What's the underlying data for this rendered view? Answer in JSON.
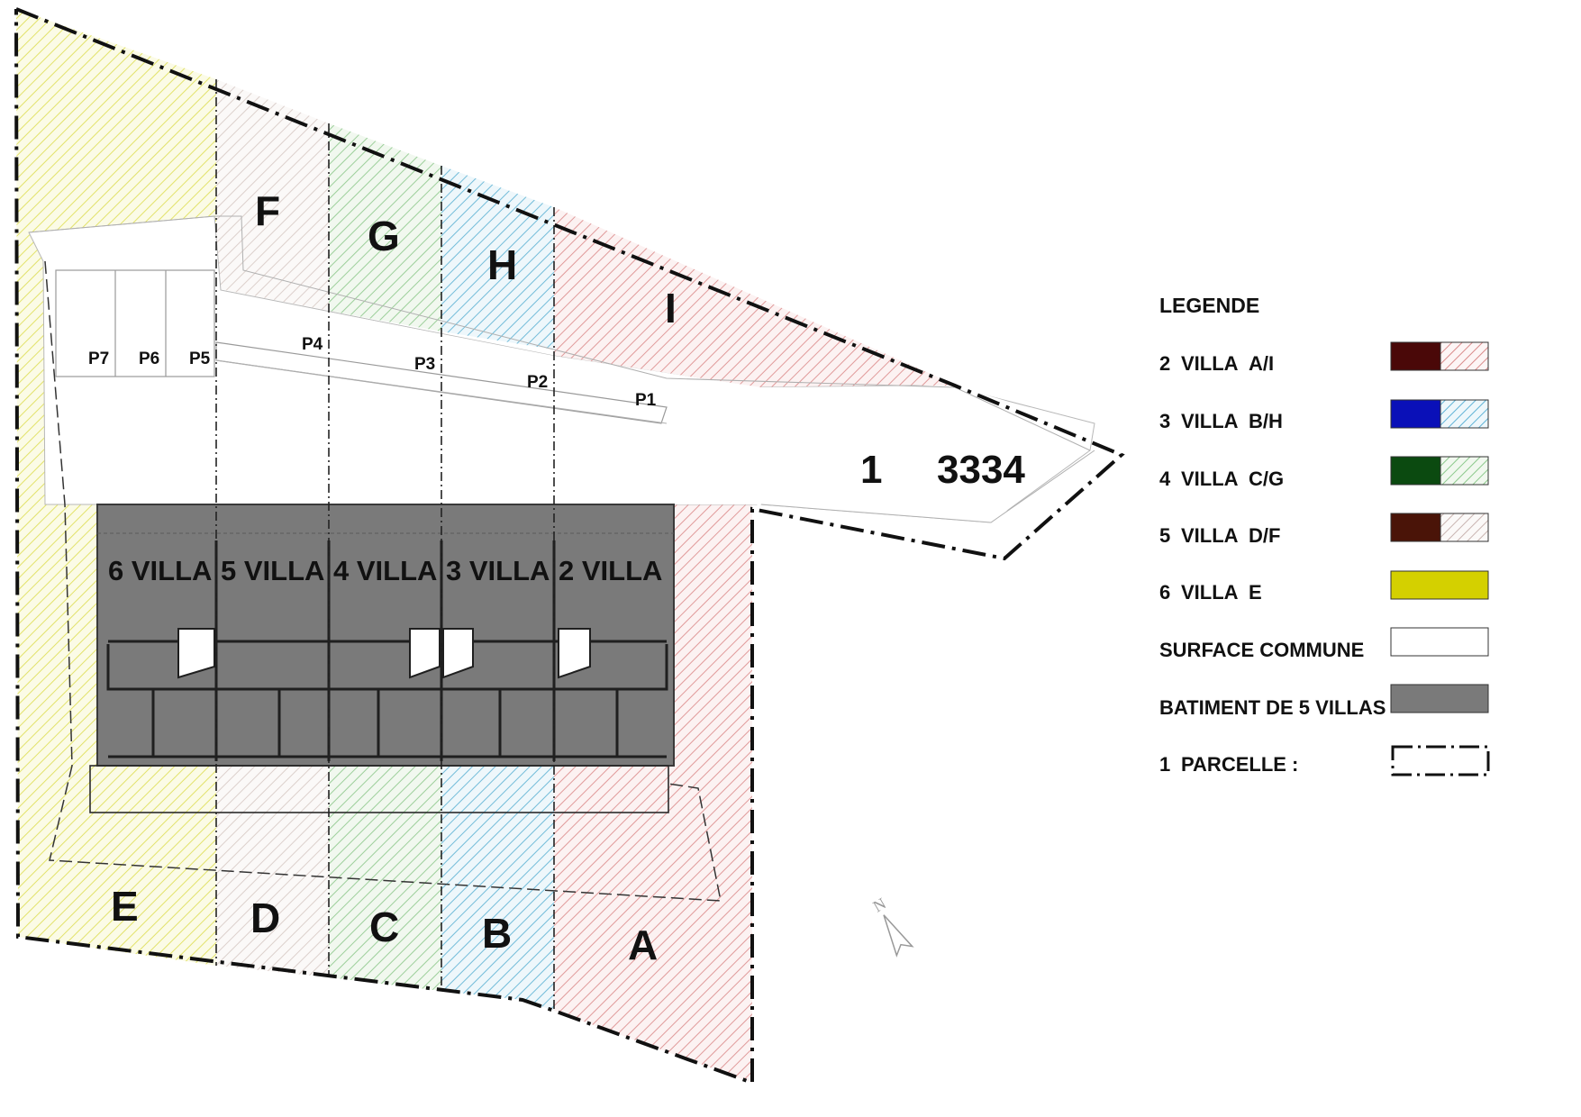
{
  "lots": [
    {
      "id": "lot-e",
      "letter": "E"
    },
    {
      "id": "lot-d",
      "letter": "D"
    },
    {
      "id": "lot-c",
      "letter": "C"
    },
    {
      "id": "lot-b",
      "letter": "B"
    },
    {
      "id": "lot-a",
      "letter": "A"
    },
    {
      "id": "lot-f",
      "letter": "F"
    },
    {
      "id": "lot-g",
      "letter": "G"
    },
    {
      "id": "lot-h",
      "letter": "H"
    },
    {
      "id": "lot-i",
      "letter": "I"
    }
  ],
  "villas": [
    "6 VILLA",
    "5 VILLA",
    "4 VILLA",
    "3 VILLA",
    "2 VILLA"
  ],
  "parking": [
    "P7",
    "P6",
    "P5",
    "P4",
    "P3",
    "P2",
    "P1"
  ],
  "parcel": {
    "number": "1",
    "section": "3334"
  },
  "legend": {
    "title": "LEGENDE",
    "items": [
      {
        "num": "2",
        "label": "VILLA",
        "lots": "A/I",
        "solid": "#4a0808",
        "hatch": "#d98a8a"
      },
      {
        "num": "3",
        "label": "VILLA",
        "lots": "B/H",
        "solid": "#0a10b8",
        "hatch": "#5fb3d6"
      },
      {
        "num": "4",
        "label": "VILLA",
        "lots": "C/G",
        "solid": "#0b4a10",
        "hatch": "#8cc98c"
      },
      {
        "num": "5",
        "label": "VILLA",
        "lots": "D/F",
        "solid": "#4a1408",
        "hatch": "#c9b4b0"
      },
      {
        "num": "6",
        "label": "VILLA",
        "lots": "E",
        "solid": "#d4d000"
      },
      {
        "text": "SURFACE COMMUNE",
        "fill": "#ffffff"
      },
      {
        "text": "BATIMENT DE 5 VILLAS",
        "fill": "#7a7a7a"
      },
      {
        "num": "1",
        "text": "PARCELLE :"
      }
    ]
  },
  "colors": {
    "yellow_hatch": "#e8e86a",
    "building": "#7a7a7a",
    "boundary": "#111111"
  },
  "north_arrow_label": "N"
}
